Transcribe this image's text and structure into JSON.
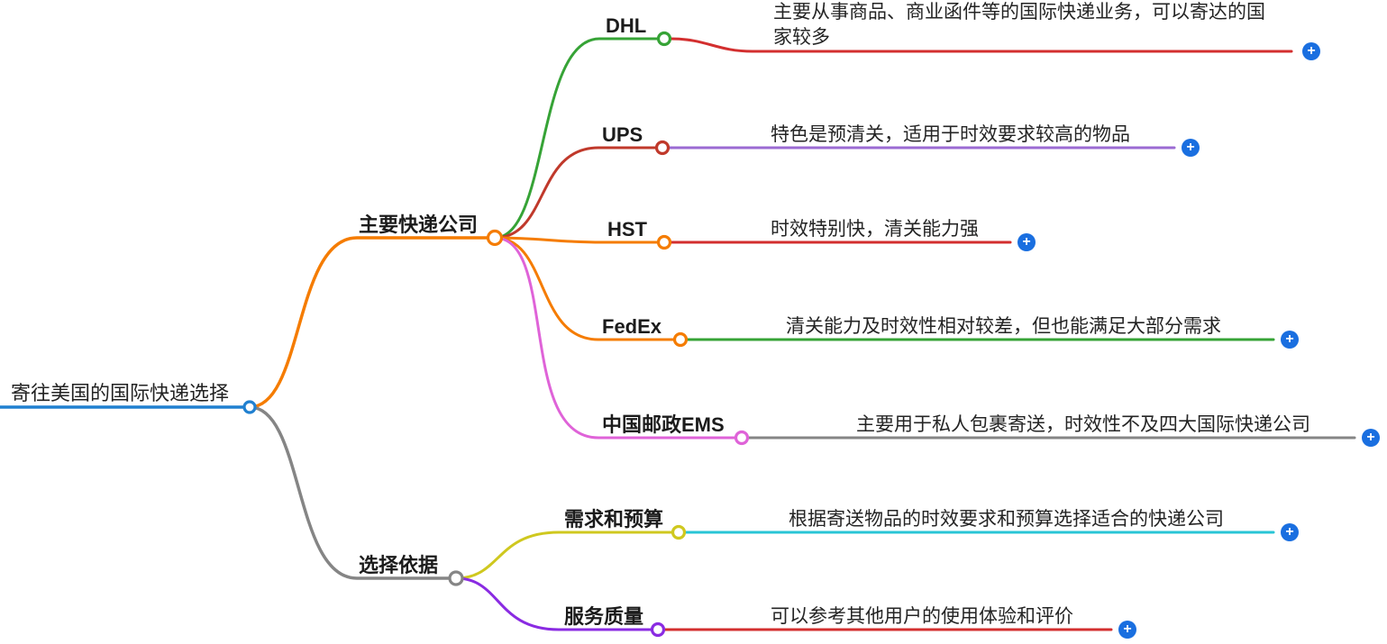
{
  "icons": {
    "plus": "+"
  },
  "colors": {
    "root": "#2080d0",
    "main_companies": "#f57c00",
    "selection_basis": "#858585",
    "dhl": "#36a336",
    "dhl_desc": "#d32f2f",
    "ups": "#c0392b",
    "ups_desc": "#9b6bd3",
    "hst": "#f57c00",
    "hst_desc": "#d32f2f",
    "fedex": "#f57c00",
    "fedex_desc": "#36a336",
    "ems": "#df63d8",
    "ems_desc": "#858585",
    "budget": "#cfc81f",
    "budget_desc": "#29c5d6",
    "quality": "#8a2be2",
    "quality_desc": "#d32f2f",
    "plus_button": "#1a6fe0"
  },
  "mindmap": {
    "root": {
      "label": "寄往美国的国际快递选择"
    },
    "branches": [
      {
        "label": "主要快递公司",
        "children": [
          {
            "label": "DHL",
            "desc": "主要从事商品、商业函件等的国际快递业务，可以寄达的国家较多"
          },
          {
            "label": "UPS",
            "desc": "特色是预清关，适用于时效要求较高的物品"
          },
          {
            "label": "HST",
            "desc": "时效特别快，清关能力强"
          },
          {
            "label": "FedEx",
            "desc": "清关能力及时效性相对较差，但也能满足大部分需求"
          },
          {
            "label": "中国邮政EMS",
            "desc": "主要用于私人包裹寄送，时效性不及四大国际快递公司"
          }
        ]
      },
      {
        "label": "选择依据",
        "children": [
          {
            "label": "需求和预算",
            "desc": "根据寄送物品的时效要求和预算选择适合的快递公司"
          },
          {
            "label": "服务质量",
            "desc": "可以参考其他用户的使用体验和评价"
          }
        ]
      }
    ]
  }
}
